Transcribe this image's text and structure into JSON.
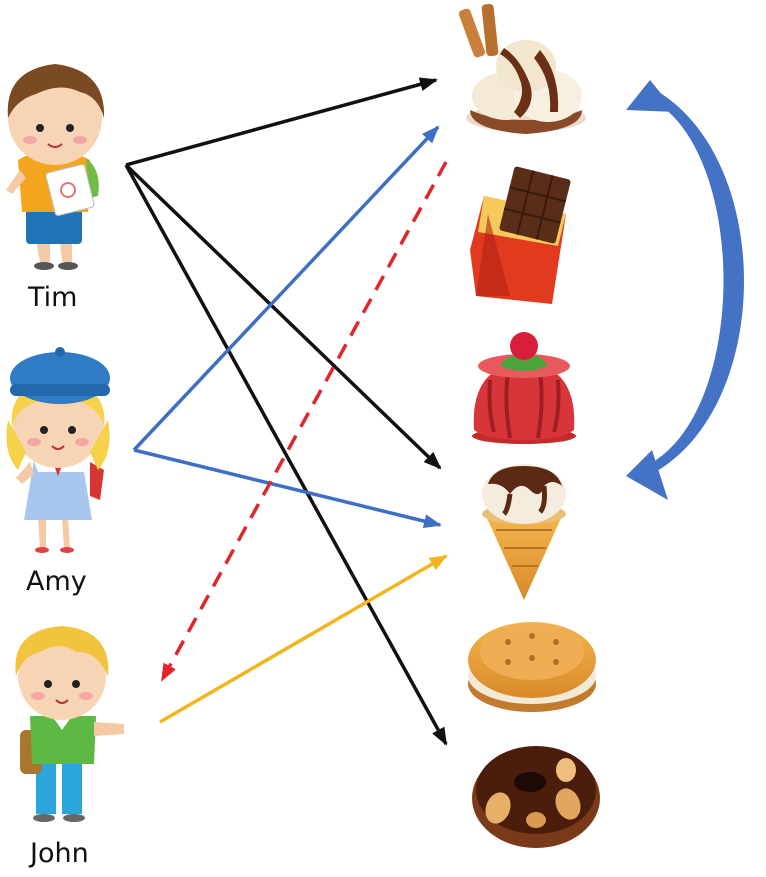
{
  "people": [
    {
      "id": "tim",
      "name": "Tim"
    },
    {
      "id": "amy",
      "name": "Amy"
    },
    {
      "id": "john",
      "name": "John"
    }
  ],
  "foods": [
    {
      "id": "sundae",
      "icon": "ice-cream-sundae-icon"
    },
    {
      "id": "chocolate",
      "icon": "chocolate-bar-icon"
    },
    {
      "id": "jelly",
      "icon": "jelly-pudding-icon"
    },
    {
      "id": "cone",
      "icon": "ice-cream-cone-icon"
    },
    {
      "id": "biscuit",
      "icon": "sandwich-biscuit-icon"
    },
    {
      "id": "donut",
      "icon": "chocolate-donut-icon"
    }
  ],
  "links": [
    {
      "from": "tim",
      "to": "sundae",
      "color": "#111111",
      "style": "solid"
    },
    {
      "from": "tim",
      "to": "cone",
      "color": "#111111",
      "style": "solid"
    },
    {
      "from": "tim",
      "to": "donut",
      "color": "#111111",
      "style": "solid"
    },
    {
      "from": "amy",
      "to": "sundae",
      "color": "#3f6fc4",
      "style": "solid"
    },
    {
      "from": "amy",
      "to": "cone",
      "color": "#3f6fc4",
      "style": "solid"
    },
    {
      "from": "john",
      "to": "cone",
      "color": "#f2b51c",
      "style": "solid"
    },
    {
      "from": "sundae",
      "to": "john",
      "color": "#e0262a",
      "style": "dashed"
    }
  ],
  "similarity_arrow": {
    "between": [
      "sundae",
      "cone"
    ],
    "color": "#4472c4",
    "direction": "both"
  }
}
